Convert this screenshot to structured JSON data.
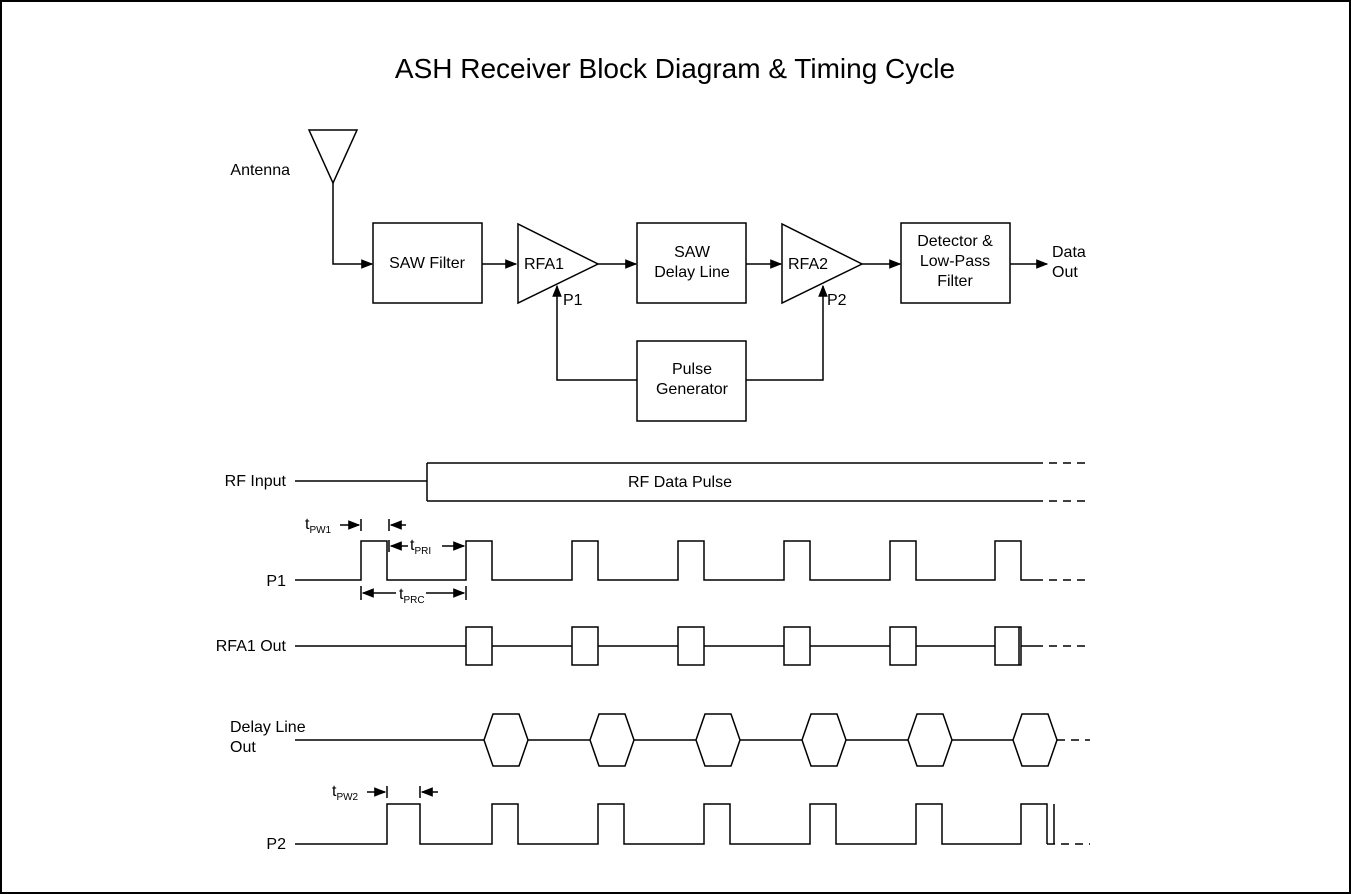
{
  "title": "ASH Receiver Block Diagram & Timing Cycle",
  "blocks": {
    "antenna": "Antenna",
    "saw_filter": "SAW Filter",
    "rfa1": "RFA1",
    "saw_delay_line": [
      "SAW",
      "Delay Line"
    ],
    "rfa2": "RFA2",
    "detector": [
      "Detector &",
      "Low-Pass",
      "Filter"
    ],
    "data_out": [
      "Data",
      "Out"
    ],
    "pulse_generator": [
      "Pulse",
      "Generator"
    ],
    "p1_pin": "P1",
    "p2_pin": "P2"
  },
  "timing": {
    "rf_input": "RF Input",
    "rf_data_pulse": "RF Data Pulse",
    "p1": "P1",
    "rfa1_out": "RFA1 Out",
    "delay_line_out": [
      "Delay Line",
      "Out"
    ],
    "p2": "P2",
    "t_pw1": {
      "t": "t",
      "sub": "PW1"
    },
    "t_pri": {
      "t": "t",
      "sub": "PRI"
    },
    "t_prc": {
      "t": "t",
      "sub": "PRC"
    },
    "t_pw2": {
      "t": "t",
      "sub": "PW2"
    }
  }
}
